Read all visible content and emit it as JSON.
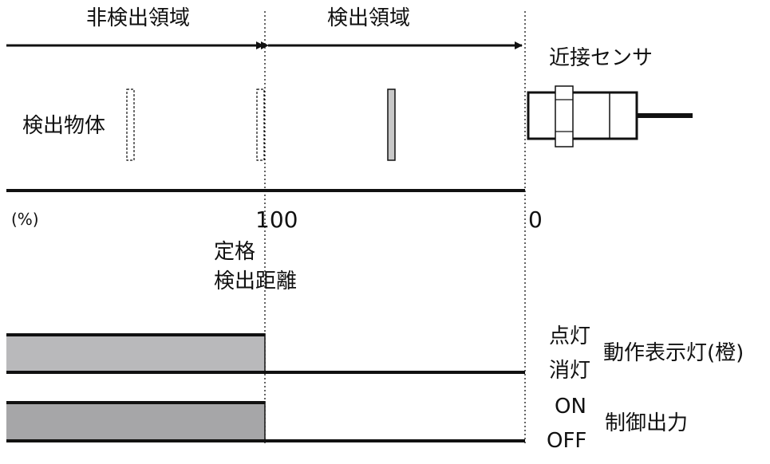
{
  "labels": {
    "non_detection_zone": "非検出領域",
    "detection_zone": "検出領域",
    "sensor": "近接センサ",
    "target": "検出物体",
    "percent_unit": "(%)",
    "tick_100": "100",
    "tick_0": "0",
    "rated_distance_line1": "定格",
    "rated_distance_line2": "検出距離",
    "lamp_on": "点灯",
    "lamp_off": "消灯",
    "operation_indicator": "動作表示灯(橙)",
    "output_on": "ON",
    "output_off": "OFF",
    "control_output": "制御出力"
  },
  "colors": {
    "line": "#111111",
    "indicator_fill": "#b9b9bb",
    "output_fill": "#a6a6a8",
    "target_fill": "#c8c8c8"
  }
}
